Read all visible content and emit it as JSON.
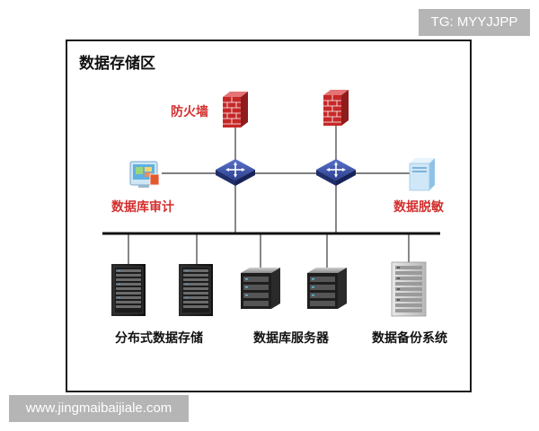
{
  "watermarks": {
    "top": "TG: MYYJJPP",
    "bottom": "www.jingmaibaijiale.com"
  },
  "title": "数据存储区",
  "labels": {
    "firewall": "防火墙",
    "db_audit": "数据库审计",
    "data_masking": "数据脱敏",
    "distributed_storage": "分布式数据存储",
    "db_servers": "数据库服务器",
    "backup_system": "数据备份系统"
  },
  "colors": {
    "label_red": "#d32f2f",
    "switch_blue": "#2b3f8f",
    "firewall_red": "#c62828"
  }
}
